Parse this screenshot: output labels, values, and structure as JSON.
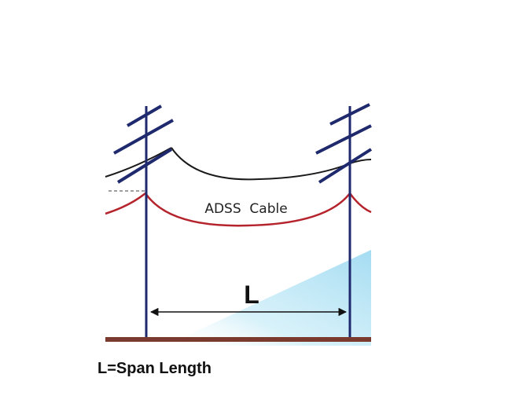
{
  "diagram": {
    "cable_label": "ADSS  Cable",
    "span_symbol": "L",
    "caption": "L=Span Length"
  },
  "colors": {
    "pole": "#1f2a6e",
    "adss_cable": "#b5242c",
    "power_line": "#1a1a1a",
    "ground": "#7a3a2e",
    "dimension_line": "#111111",
    "shade": "#aee0f4"
  }
}
